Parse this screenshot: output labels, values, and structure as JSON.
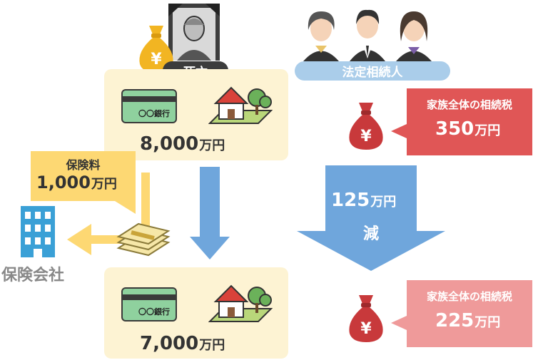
{
  "labels": {
    "death": "死亡",
    "heirs": "法定相続人",
    "premium_title": "保険料",
    "premium_amount": "1,000",
    "unit": "万円",
    "insurance_company": "保険会社",
    "bank_card_text": "〇〇銀行"
  },
  "assets_before": {
    "amount": "8,000",
    "unit": "万円"
  },
  "assets_after": {
    "amount": "7,000",
    "unit": "万円"
  },
  "tax_before": {
    "title": "家族全体の相続税",
    "amount": "350",
    "unit": "万円"
  },
  "tax_after": {
    "title": "家族全体の相続税",
    "amount": "225",
    "unit": "万円"
  },
  "reduction": {
    "amount": "125",
    "unit": "万円",
    "word": "減"
  },
  "colors": {
    "asset_box": "#fdf3d3",
    "premium_box": "#fdd873",
    "blue_arrow": "#6fa6dc",
    "building": "#3aa0d6",
    "heirs_pill": "#aacdea",
    "tax_red": "#e05656",
    "tax_pink": "#ef9a9a",
    "moneybag_red": "#c8393b",
    "moneybag_gold": "#f2b522"
  },
  "icons": [
    "money-bag-yen-icon",
    "portrait-icon",
    "family-icon",
    "bank-card-icon",
    "house-icon",
    "building-icon",
    "cash-stack-icon"
  ]
}
